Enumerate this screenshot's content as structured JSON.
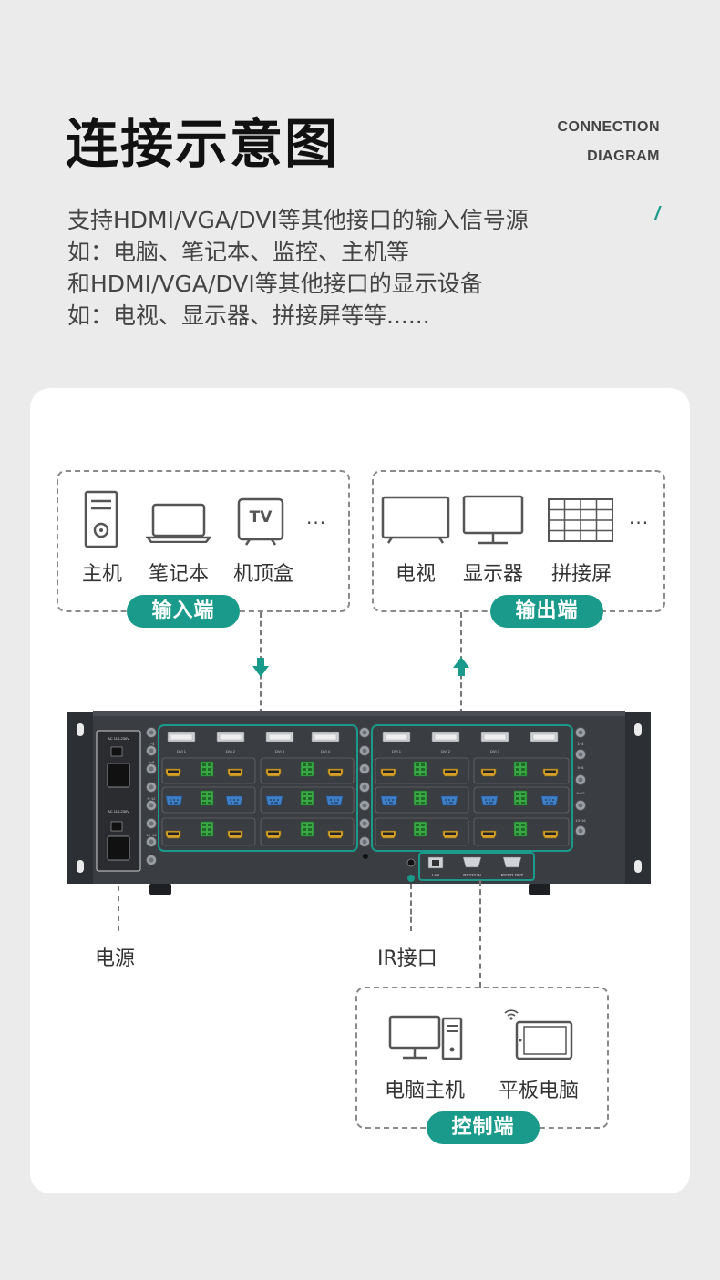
{
  "header": {
    "title": "连接示意图",
    "en_line1": "CONNECTION",
    "en_line2": "DIAGRAM",
    "slash": "/"
  },
  "description": [
    "支持HDMI/VGA/DVI等其他接口的输入信号源",
    "如：电脑、笔记本、监控、主机等",
    "和HDMI/VGA/DVI等其他接口的显示设备",
    "如：电视、显示器、拼接屏等等......"
  ],
  "input_group": {
    "label": "输入端",
    "items": [
      "主机",
      "笔记本",
      "机顶盒"
    ],
    "tv_icon_text": "TV",
    "more": "···"
  },
  "output_group": {
    "label": "输出端",
    "items": [
      "电视",
      "显示器",
      "拼接屏"
    ],
    "more": "···"
  },
  "device": {
    "power_label_1": "AC 110-230V",
    "power_label_2": "AC 110-230V",
    "input_ports": {
      "dvi": [
        "DVI 1",
        "DVI 2",
        "DVI 3",
        "DVI 4"
      ],
      "row_labels": [
        "1~4",
        "5~8",
        "9~12",
        "13~16"
      ]
    },
    "output_ports": {
      "dvi": [
        "DVI 1",
        "DVI 2",
        "DVI 3",
        ""
      ],
      "row_labels": [
        "1~4",
        "5~8",
        "9~12",
        "13~16"
      ]
    },
    "control_ports": [
      "LAN",
      "RS232 IN",
      "RS232 OUT"
    ]
  },
  "bottom": {
    "power_label": "电源",
    "ir_label": "IR接口",
    "control_group": {
      "label": "控制端",
      "items": [
        "电脑主机",
        "平板电脑"
      ]
    }
  },
  "colors": {
    "accent": "#1a9a8a",
    "background": "#ebebeb",
    "card": "#ffffff",
    "device": "#3a3d42"
  }
}
